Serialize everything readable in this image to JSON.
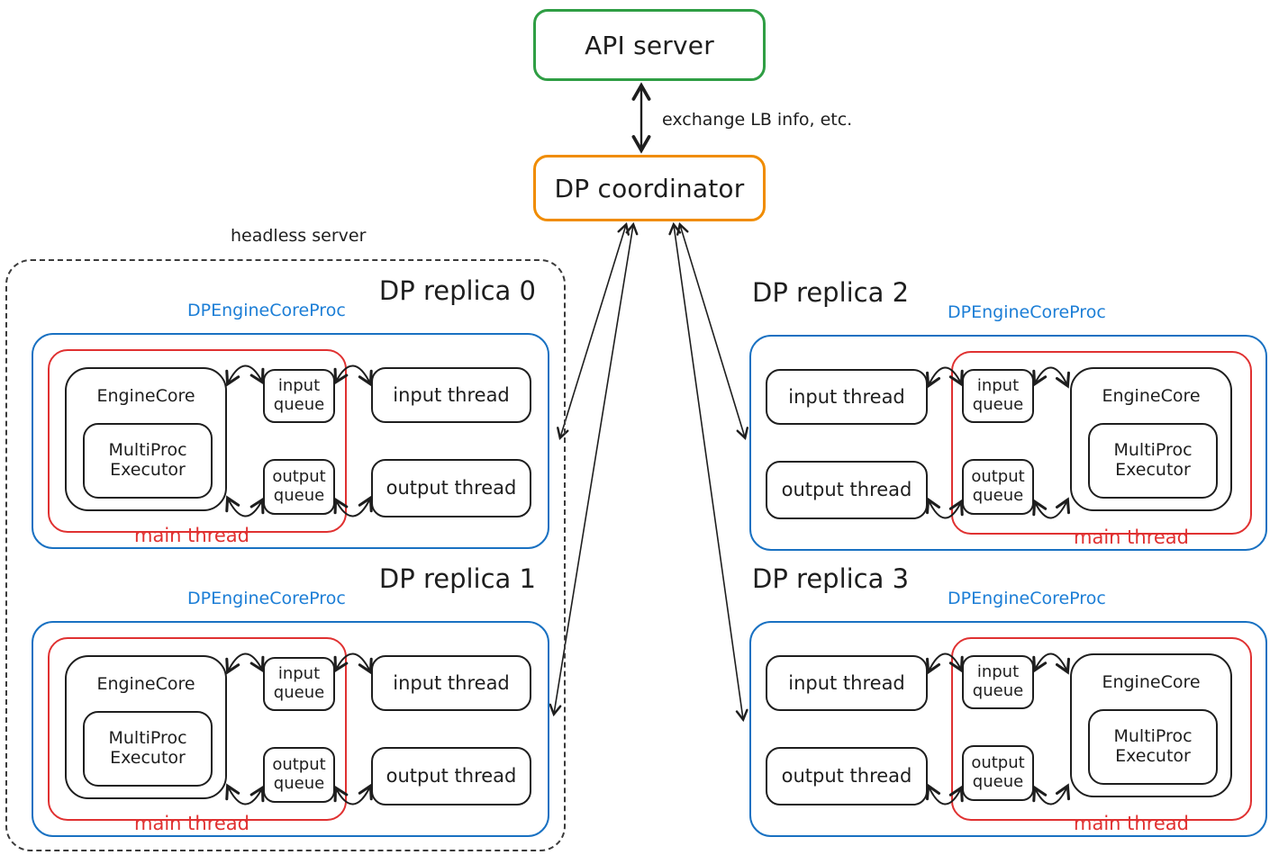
{
  "diagram": {
    "api_server": "API server",
    "coordinator": "DP coordinator",
    "exchange_label": "exchange LB info, etc.",
    "headless_label": "headless server"
  },
  "colors": {
    "green": "#2f9e44",
    "orange": "#f08c00",
    "blue": "#1971c2",
    "blue_text": "#1c7ed6",
    "red": "#e03131",
    "ink": "#1e1e1e"
  },
  "replicas": [
    {
      "title": "DP replica 0",
      "proc_label": "DPEngineCoreProc",
      "engine_core": "EngineCore",
      "executor": "MultiProc Executor",
      "input_queue": "input queue",
      "output_queue": "output queue",
      "input_thread": "input thread",
      "output_thread": "output thread",
      "main_thread": "main thread"
    },
    {
      "title": "DP replica 1",
      "proc_label": "DPEngineCoreProc",
      "engine_core": "EngineCore",
      "executor": "MultiProc Executor",
      "input_queue": "input queue",
      "output_queue": "output queue",
      "input_thread": "input thread",
      "output_thread": "output thread",
      "main_thread": "main thread"
    },
    {
      "title": "DP replica 2",
      "proc_label": "DPEngineCoreProc",
      "engine_core": "EngineCore",
      "executor": "MultiProc Executor",
      "input_queue": "input queue",
      "output_queue": "output queue",
      "input_thread": "input thread",
      "output_thread": "output thread",
      "main_thread": "main thread"
    },
    {
      "title": "DP replica 3",
      "proc_label": "DPEngineCoreProc",
      "engine_core": "EngineCore",
      "executor": "MultiProc Executor",
      "input_queue": "input queue",
      "output_queue": "output queue",
      "input_thread": "input thread",
      "output_thread": "output thread",
      "main_thread": "main thread"
    }
  ]
}
